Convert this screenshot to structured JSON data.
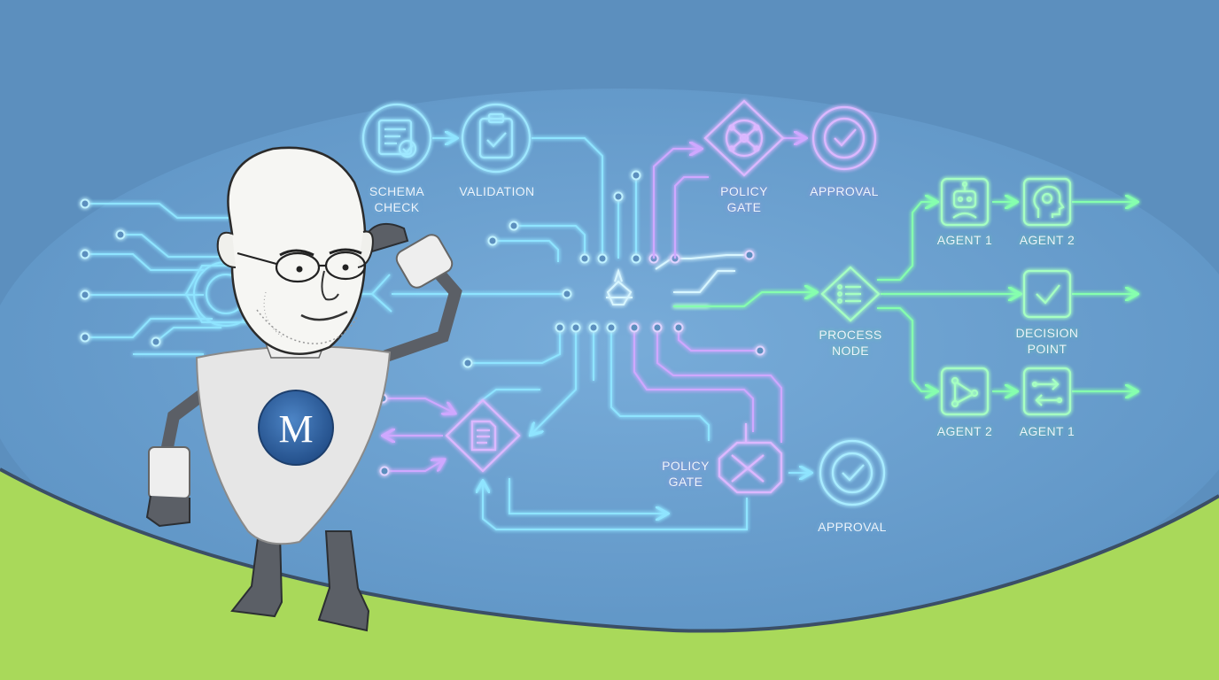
{
  "labels": {
    "schema_check": "SCHEMA\nCHECK",
    "validation": "VALIDATION",
    "policy_gate_top": "POLICY\nGATE",
    "approval_top": "APPROVAL",
    "agent1_top": "AGENT 1",
    "agent2_top": "AGENT 2",
    "process_node": "PROCESS\nNODE",
    "decision_point": "DECISION\nPOINT",
    "agent2_bottom": "AGENT 2",
    "agent1_bottom": "AGENT 1",
    "policy_gate_bottom": "POLICY\nGATE",
    "approval_bottom": "APPROVAL"
  },
  "mascot": {
    "chest_logo": "M"
  },
  "icons": {
    "schema_check": "checklist-document-icon",
    "validation": "clipboard-check-icon",
    "policy_gate_top": "network-diamond-icon",
    "approval_top": "check-circle-icon",
    "agent1_top": "robot-icon",
    "agent2_top": "brain-head-icon",
    "process_node": "list-diamond-icon",
    "decision_point": "checkmark-square-icon",
    "agent2_bottom": "branch-icon",
    "agent1_bottom": "transfer-arrows-icon",
    "central_hub": "beacon-hub-icon",
    "document_diamond": "document-diamond-icon",
    "policy_gate_bottom": "crossing-arrows-icon",
    "approval_bottom": "check-circle-icon"
  },
  "colors": {
    "sky": "#5b8fbd",
    "dome": "#6a9fcf",
    "ground": "#a9d95a",
    "cyan_glow": "#7fdcff",
    "purple_glow": "#c59bff",
    "green_glow": "#74f7a0",
    "mascot_body": "#e8e8e8",
    "mascot_badge": "#2f64a5"
  }
}
